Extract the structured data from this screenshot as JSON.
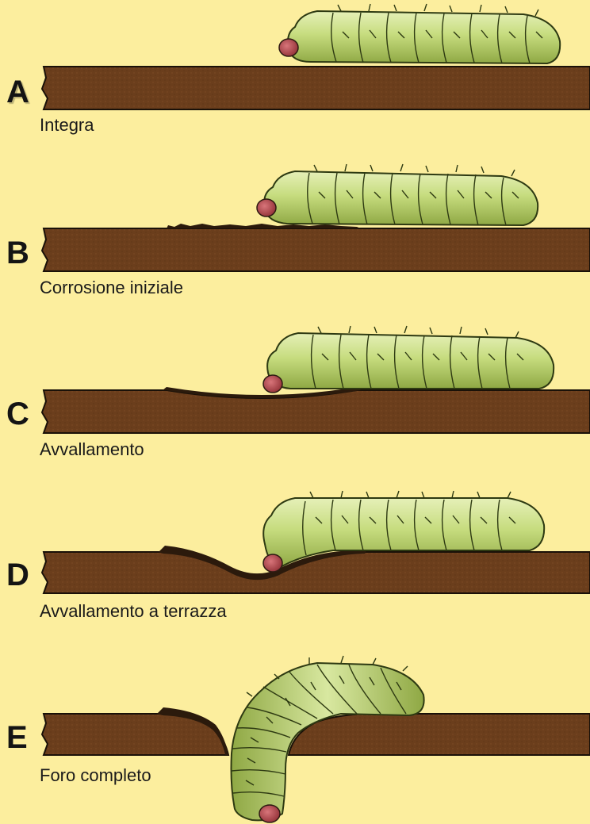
{
  "stages": [
    {
      "letter": "A",
      "caption": "Integra"
    },
    {
      "letter": "B",
      "caption": "Corrosione iniziale"
    },
    {
      "letter": "C",
      "caption": "Avvallamento"
    },
    {
      "letter": "D",
      "caption": "Avvallamento a terrazza"
    },
    {
      "letter": "E",
      "caption": "Foro completo"
    }
  ],
  "colors": {
    "background": "#fcee9e",
    "wood": "#6b3e1c",
    "wood_edge": "#1a1108",
    "larva_body": "#c6dc7e",
    "larva_shadow": "#93ad46",
    "larva_head": "#b0474b"
  }
}
